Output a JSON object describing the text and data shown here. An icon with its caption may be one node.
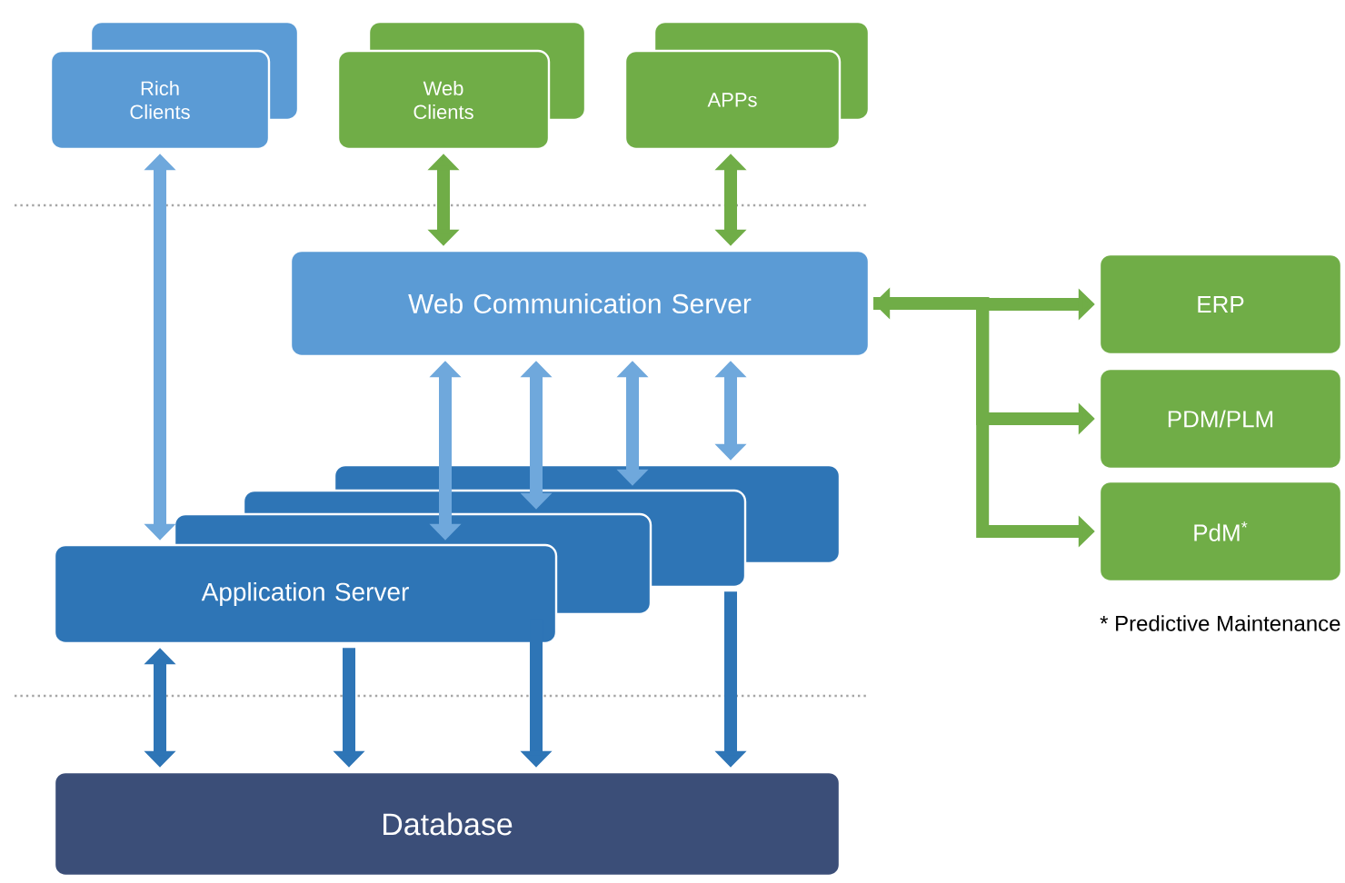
{
  "diagram": {
    "nodes": [
      {
        "text": [
          "Rich Clients"
        ]
      },
      {
        "text": [
          "Web Clients"
        ]
      },
      {
        "text": [
          "APPs"
        ]
      },
      {
        "text": [
          "Web Communication Server"
        ]
      },
      {
        "text": [
          "Application Server"
        ]
      },
      {
        "text": [
          "Database"
        ]
      },
      {
        "text": [
          "ERP"
        ]
      },
      {
        "text": [
          "PDM/PLM"
        ]
      },
      {
        "text": [
          "PdM$^{*}$"
        ]
      }
    ],
    "edges": [
      {
        "from": 0,
        "to": 4,
        "arrow": "both",
        "color": "#6fa8dc"
      },
      {
        "from": 1,
        "to": 3,
        "arrow": "both",
        "color": "#70ad47"
      },
      {
        "from": 2,
        "to": 3,
        "arrow": "both",
        "color": "#70ad47"
      },
      {
        "from": 3,
        "to": 4,
        "arrow": "both",
        "color": "#6fa8dc"
      },
      {
        "from": 3,
        "to": 4,
        "arrow": "both",
        "color": "#6fa8dc"
      },
      {
        "from": 3,
        "to": 4,
        "arrow": "both",
        "color": "#6fa8dc"
      },
      {
        "from": 3,
        "to": 4,
        "arrow": "both",
        "color": "#6fa8dc"
      },
      {
        "from": 4,
        "to": 5,
        "arrow": "both",
        "color": "#2e75b6"
      },
      {
        "from": 4,
        "to": 5,
        "arrow": "to",
        "color": "#2e75b6"
      },
      {
        "from": 4,
        "to": 5,
        "arrow": "to",
        "color": "#2e75b6"
      },
      {
        "from": 4,
        "to": 5,
        "arrow": "to",
        "color": "#2e75b6"
      },
      {
        "from": 3,
        "to": 6,
        "arrow": "both",
        "color": "#70ad47"
      },
      {
        "from": 3,
        "to": 7,
        "arrow": "to",
        "color": "#70ad47"
      },
      {
        "from": 3,
        "to": 8,
        "arrow": "to",
        "color": "#70ad47"
      }
    ],
    "labels": [
      "* Predictive Maintenance"
    ]
  }
}
